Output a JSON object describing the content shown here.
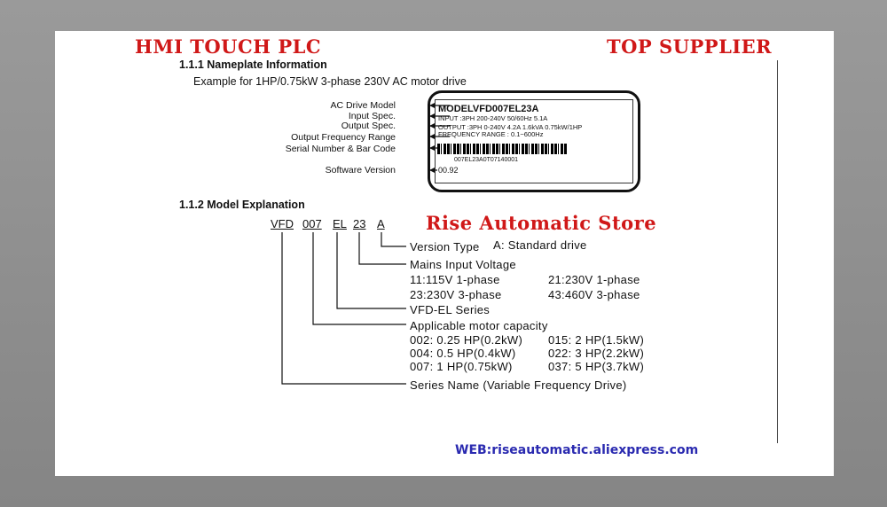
{
  "watermarks": {
    "left": "HMI TOUCH PLC",
    "right": "TOP SUPPLIER",
    "store": "Rise Automatic Store",
    "web": "WEB:riseautomatic.aliexpress.com"
  },
  "nameplate": {
    "heading": "1.1.1 Nameplate Information",
    "example": "Example for 1HP/0.75kW 3-phase 230V AC motor drive",
    "labels": [
      "AC Drive Model",
      "Input Spec.",
      "Output Spec.",
      "Output Frequency Range",
      "Serial Number & Bar Code",
      "Software Version"
    ],
    "model": "MODELVFD007EL23A",
    "input": "INPUT :3PH 200-240V 50/60Hz 5.1A",
    "output": "OUTPUT :3PH 0-240V 4.2A 1.6kVA 0.75kW/1HP",
    "freq": "FREQUENCY RANGE : 0.1~600Hz",
    "serial": "007EL23A0T07140001",
    "software": "00.92"
  },
  "model_explanation": {
    "heading": "1.1.2 Model Explanation",
    "codes": [
      "VFD",
      "007",
      "EL",
      "23",
      "A"
    ],
    "version_type_label": "Version Type",
    "version_type_value": "A: Standard drive",
    "mains_label": "Mains Input Voltage",
    "mains": [
      "11:115V 1-phase",
      "21:230V 1-phase",
      "23:230V 3-phase",
      "43:460V 3-phase"
    ],
    "series": "VFD-EL Series",
    "capacity_label": "Applicable motor capacity",
    "capacity": [
      "002: 0.25 HP(0.2kW)",
      "015: 2 HP(1.5kW)",
      "004: 0.5 HP(0.4kW)",
      "022: 3 HP(2.2kW)",
      "007: 1 HP(0.75kW)",
      "037: 5 HP(3.7kW)"
    ],
    "series_name": "Series Name (Variable Frequency Drive)"
  }
}
